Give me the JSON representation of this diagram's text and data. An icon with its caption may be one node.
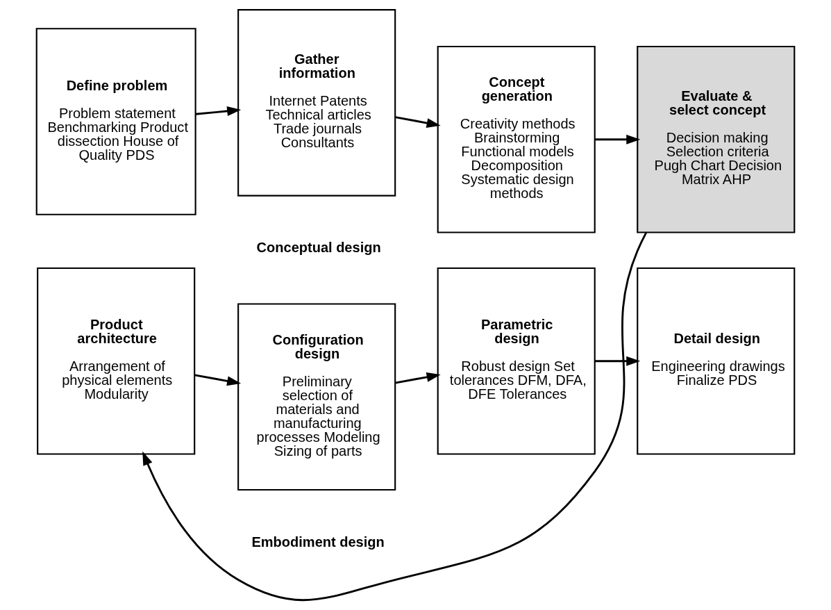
{
  "diagram": {
    "nodes": [
      {
        "text": [
          "Define problem",
          "Problem statement Benchmarking Product dissection House of Quality PDS"
        ]
      },
      {
        "text": [
          "Gather information",
          "Internet Patents Technical articles Trade journals Consultants"
        ]
      },
      {
        "text": [
          "Concept generation",
          "Creativity methods Brainstorming Functional models Decomposition Systematic design methods"
        ]
      },
      {
        "text": [
          "Evaluate & select concept",
          "Decision making Selection criteria Pugh Chart Decision Matrix AHP"
        ]
      },
      {
        "text": [
          "Product architecture",
          "Arrangement of physical elements Modularity"
        ]
      },
      {
        "text": [
          "Configuration design",
          "Preliminary selection of materials and manufacturing processes Modeling Sizing of parts"
        ]
      },
      {
        "text": [
          "Parametric design",
          "Robust design Set tolerances DFM, DFA, DFE Tolerances"
        ]
      },
      {
        "text": [
          "Detail design",
          "Engineering drawings Finalize PDS"
        ]
      }
    ],
    "edges": [
      {
        "from": 0,
        "to": 1,
        "arrow": "to"
      },
      {
        "from": 1,
        "to": 2,
        "arrow": "to"
      },
      {
        "from": 2,
        "to": 3,
        "arrow": "to"
      },
      {
        "from": 3,
        "to": 4,
        "arrow": "to"
      },
      {
        "from": 4,
        "to": 5,
        "arrow": "to"
      },
      {
        "from": 5,
        "to": 6,
        "arrow": "to"
      },
      {
        "from": 6,
        "to": 7,
        "arrow": "to"
      }
    ],
    "labels": [
      "Conceptual design",
      "Embodiment design"
    ]
  }
}
